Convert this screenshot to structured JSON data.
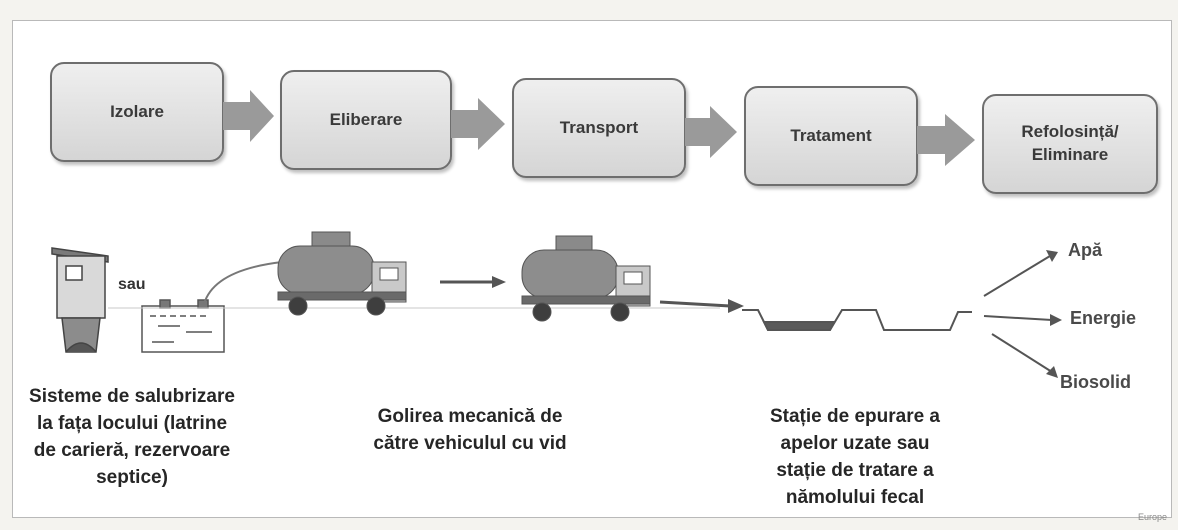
{
  "steps": [
    {
      "label": "Izolare"
    },
    {
      "label": "Eliberare"
    },
    {
      "label": "Transport"
    },
    {
      "label": "Tratament"
    },
    {
      "label": "Refolosință/\nEliminare"
    }
  ],
  "connector_label": "sau",
  "captions": {
    "onsite": "Sisteme de salubrizare\nla fața locului (latrine\nde carieră, rezervoare\nseptice)",
    "emptying": "Golirea mecanică de\ncătre vehiculul cu vid",
    "treatment": "Stație de epurare a\napelor uzate sau\nstație de tratare a\nnămolului fecal"
  },
  "outputs": [
    "Apă",
    "Energie",
    "Biosolid"
  ],
  "corner_mark": "Europe",
  "colors": {
    "box_fill_top": "#efefef",
    "box_fill_bottom": "#d5d5d5",
    "box_border": "#6e6e6e",
    "arrow": "#9a9a9a",
    "tank": "#8d8d8d",
    "text": "#262626"
  }
}
